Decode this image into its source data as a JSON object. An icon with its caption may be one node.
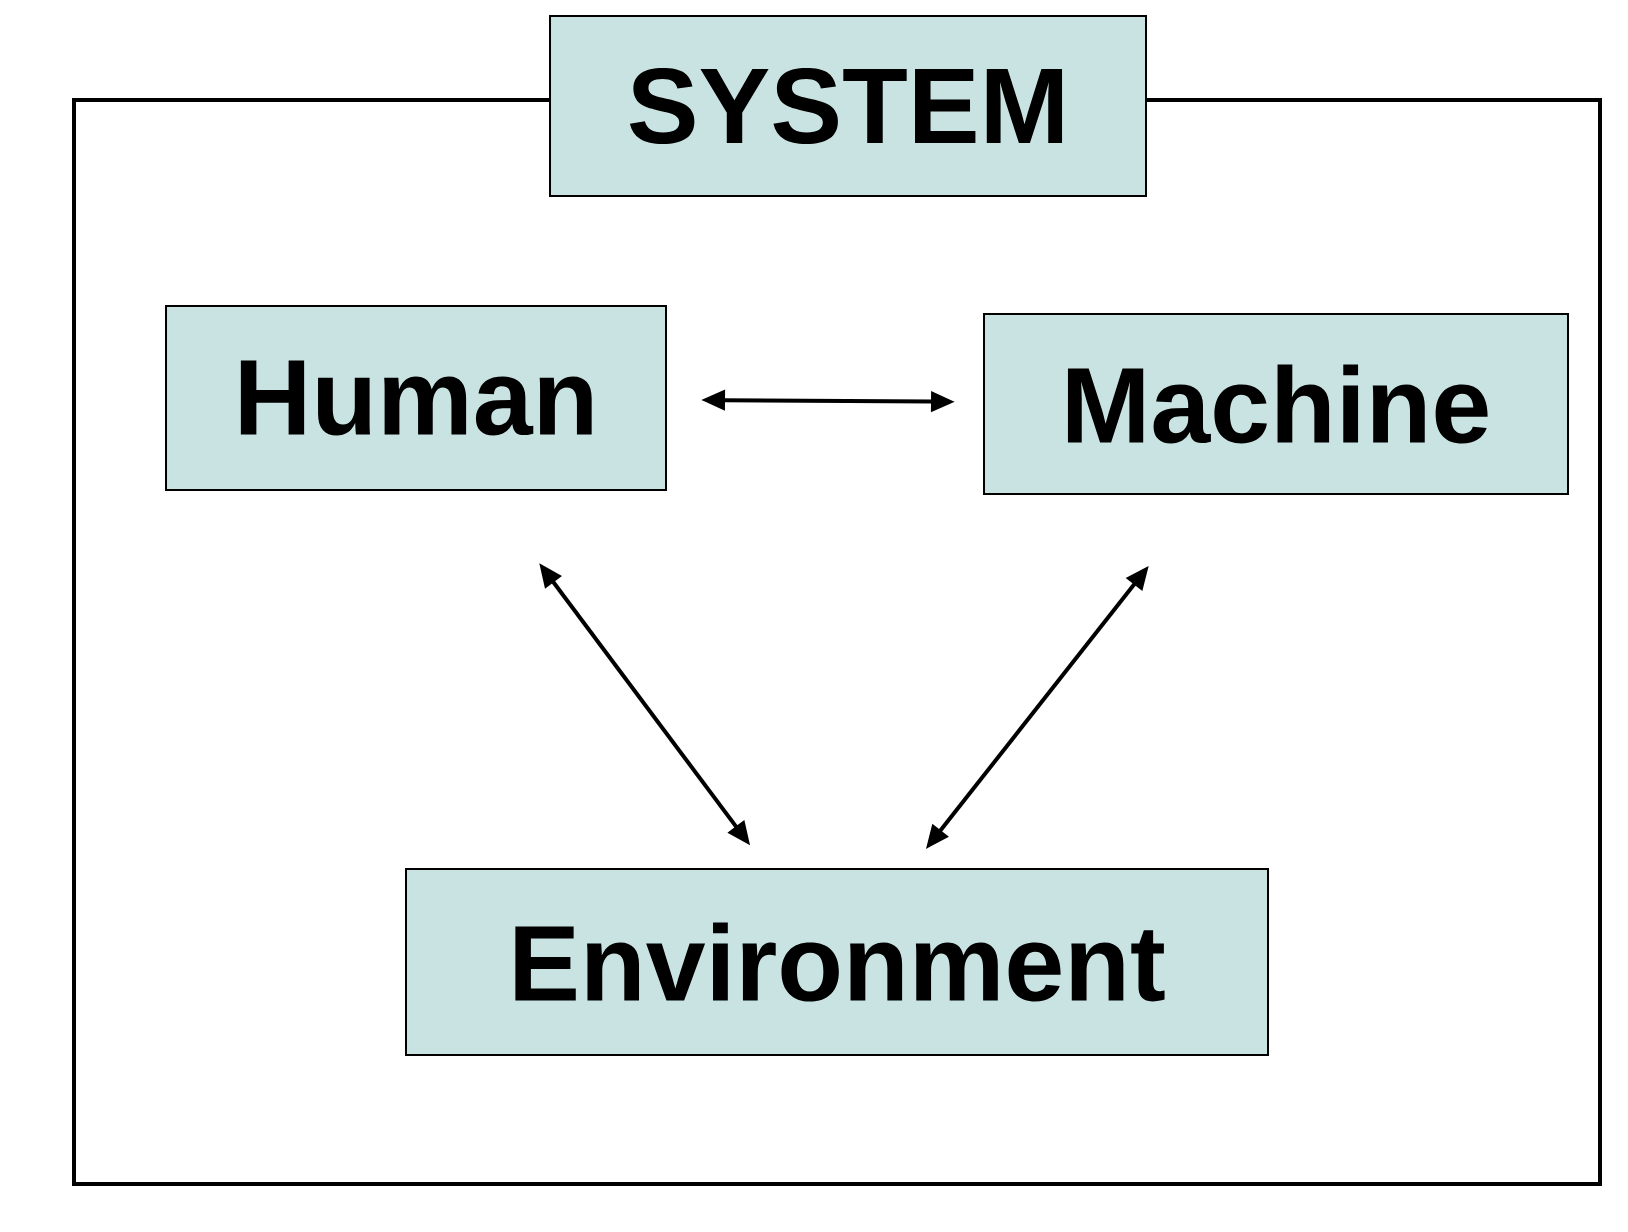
{
  "diagram": {
    "nodes": [
      {
        "text": [],
        "shape": "box"
      },
      {
        "text": [
          "SYSTEM"
        ]
      },
      {
        "text": [
          "Human"
        ],
        "in": 0
      },
      {
        "text": [
          "Machine"
        ],
        "in": 0
      },
      {
        "text": [
          "Environment"
        ],
        "in": 0
      }
    ],
    "edges": [
      {
        "from": 2,
        "to": 3,
        "arrow": "both"
      },
      {
        "from": 2,
        "to": 4,
        "arrow": "both"
      },
      {
        "from": 3,
        "to": 4,
        "arrow": "both"
      }
    ]
  }
}
